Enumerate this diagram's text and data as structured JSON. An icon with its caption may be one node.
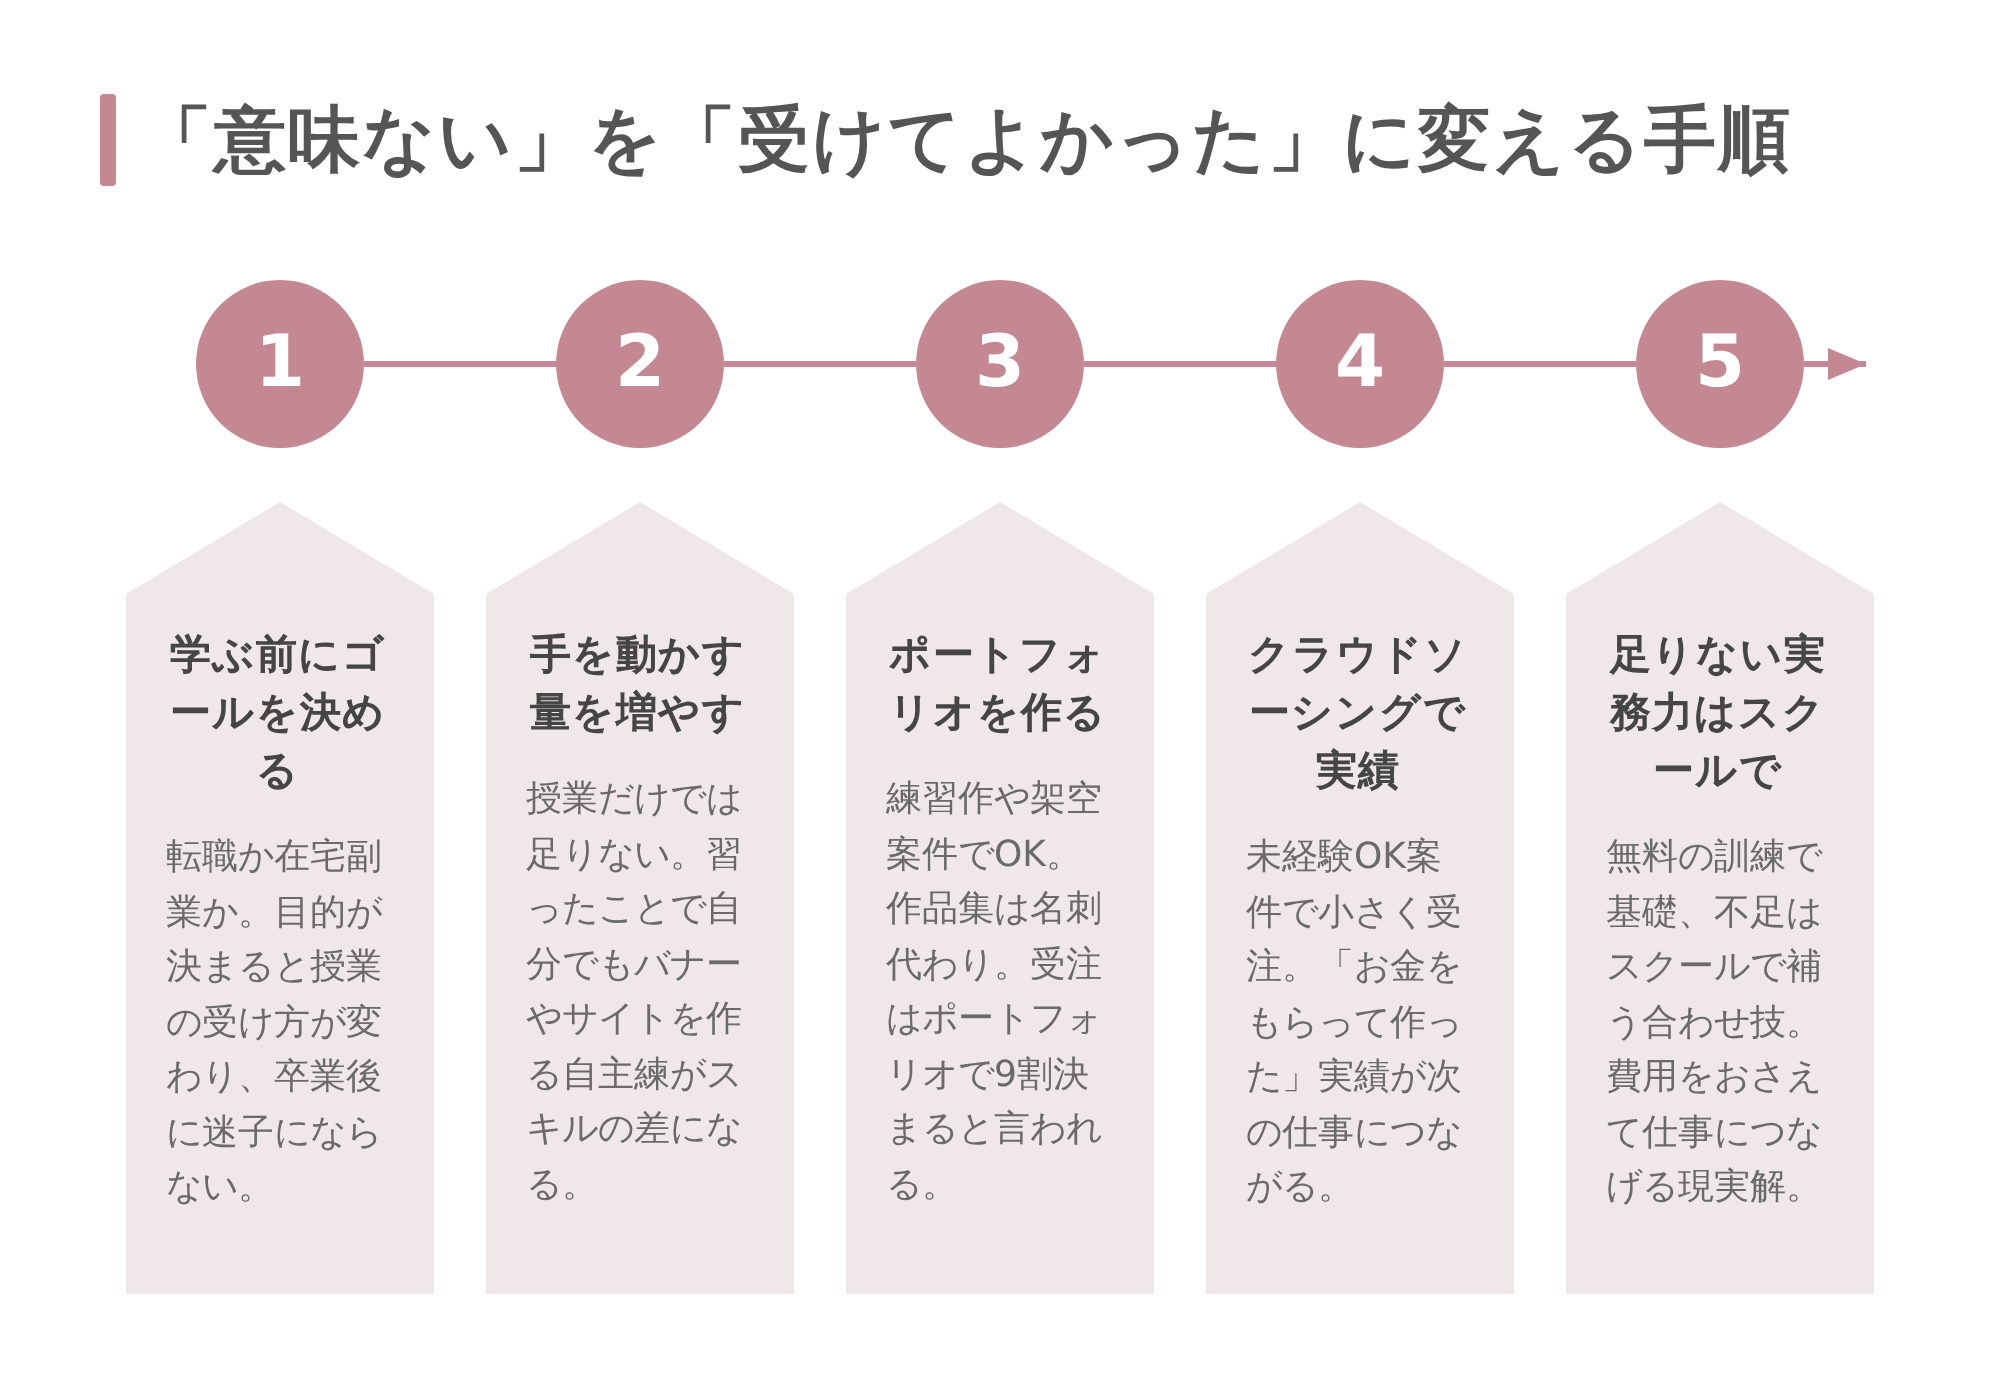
{
  "diagram": {
    "title": "「意味ない」を「受けてよかった」に変える手順",
    "nodes": [
      {
        "text": [
          "1"
        ]
      },
      {
        "text": [
          "2"
        ]
      },
      {
        "text": [
          "3"
        ]
      },
      {
        "text": [
          "4"
        ]
      },
      {
        "text": [
          "5"
        ]
      },
      {
        "text": [
          "学ぶ前にゴールを決める",
          "転職か在宅副業か。目的が決まると授業の受け方が変わり、卒業後に迷子にならない。"
        ]
      },
      {
        "text": [
          "手を動かす量を増やす",
          "授業だけでは足りない。習ったことで自分でもバナーやサイトを作る自主練がスキルの差になる。"
        ]
      },
      {
        "text": [
          "ポートフォリオを作る",
          "練習作や架空案件でOK。作品集は名刺代わり。受注はポートフォリオで9割決まると言われる。"
        ]
      },
      {
        "text": [
          "クラウドソーシングで実績",
          "未経験OK案件で小さく受注。「お金をもらって作った」実績が次の仕事につながる。"
        ]
      },
      {
        "text": [
          "足りない実務力はスクールで",
          "無料の訓練で基礎、不足はスクールで補う合わせ技。費用をおさえて仕事につなげる現実解。"
        ]
      }
    ],
    "edges": [
      {
        "from": 0,
        "to": 1,
        "arrow": "none"
      },
      {
        "from": 1,
        "to": 2,
        "arrow": "none"
      },
      {
        "from": 2,
        "to": 3,
        "arrow": "none"
      },
      {
        "from": 3,
        "to": 4,
        "arrow": "none"
      },
      {
        "from": 4,
        "to": null,
        "arrow": "to"
      }
    ]
  }
}
